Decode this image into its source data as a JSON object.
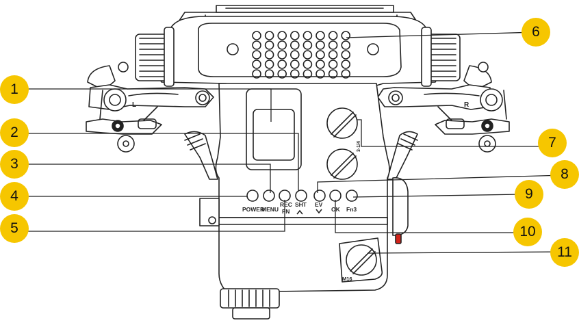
{
  "callouts": [
    "1",
    "2",
    "3",
    "4",
    "5",
    "6",
    "7",
    "8",
    "9",
    "10",
    "11"
  ],
  "button_labels": {
    "power": "POWER",
    "menu": "MENU",
    "rec_top": "REC",
    "rec_bottom": "FN",
    "sht": "SHT",
    "ev": "EV",
    "ok": "OK",
    "fn3": "Fn3"
  },
  "mount_labels": {
    "quarter_inch": "3-1/4",
    "m16": "M16"
  },
  "handle_labels": {
    "left": "L",
    "right": "R"
  },
  "colors": {
    "callout": "#f6c600",
    "line": "#222222",
    "red_tip": "#d2231a"
  }
}
